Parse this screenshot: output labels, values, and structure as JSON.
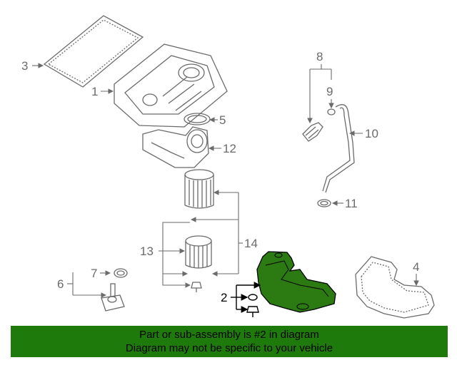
{
  "callouts": {
    "c1": "1",
    "c2": "2",
    "c3": "3",
    "c4": "4",
    "c5": "5",
    "c6": "6",
    "c7": "7",
    "c8": "8",
    "c9": "9",
    "c10": "10",
    "c11": "11",
    "c12": "12",
    "c13": "13",
    "c14": "14"
  },
  "highlight_color": "#2b7a12",
  "footer": {
    "line1": "Part or sub-assembly is #2 in diagram",
    "line2": "Diagram may not be specific to your vehicle",
    "background": "#1f7a0c"
  }
}
